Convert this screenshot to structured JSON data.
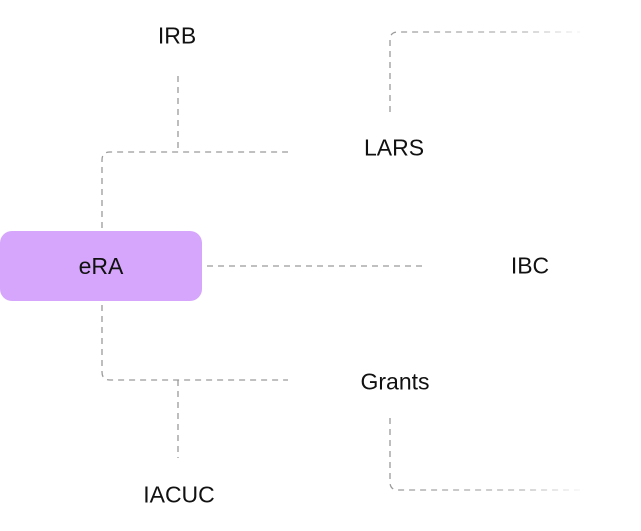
{
  "colors": {
    "hub_fill": "#d5a6fb",
    "connector": "#9a9a9a",
    "text": "#111111",
    "background": "#ffffff"
  },
  "diagram": {
    "hub": {
      "label": "eRA"
    },
    "nodes": [
      {
        "id": "irb",
        "label": "IRB"
      },
      {
        "id": "lars",
        "label": "LARS"
      },
      {
        "id": "ibc",
        "label": "IBC"
      },
      {
        "id": "grants",
        "label": "Grants"
      },
      {
        "id": "iacuc",
        "label": "IACUC"
      }
    ]
  }
}
